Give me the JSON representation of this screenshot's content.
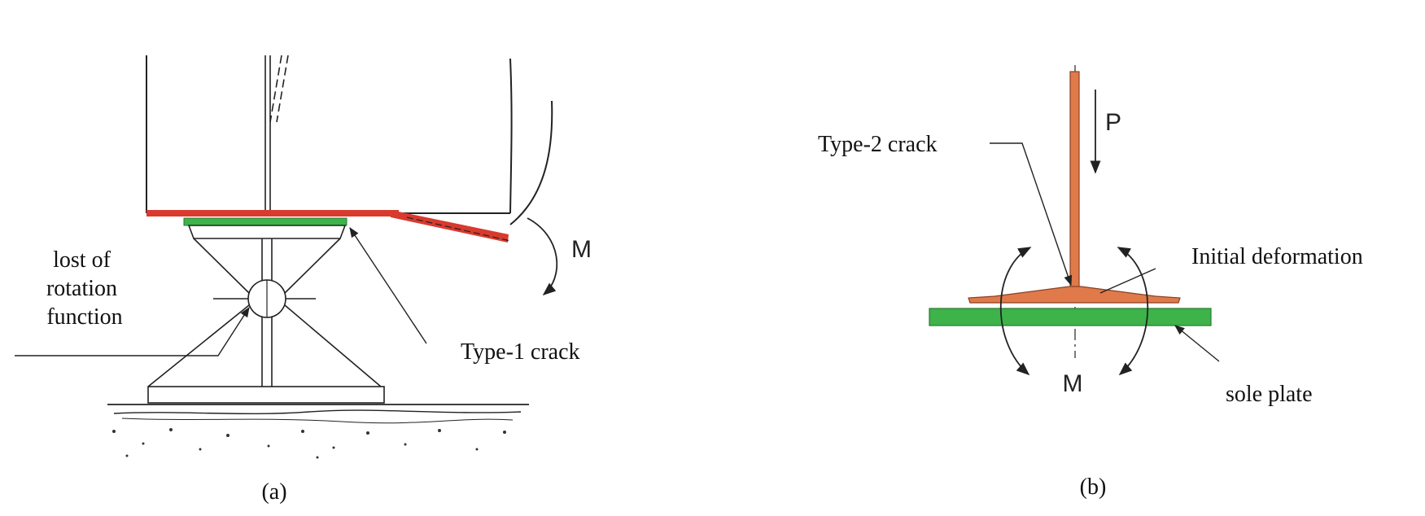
{
  "panel_a": {
    "label": "(a)",
    "moment_label": "M",
    "callout_rotation": [
      "lost of",
      "rotation",
      "function"
    ],
    "callout_crack": "Type-1 crack"
  },
  "panel_b": {
    "label": "(b)",
    "load_label": "P",
    "moment_label": "M",
    "callout_crack": "Type-2 crack",
    "callout_deformation": "Initial deformation",
    "callout_sole_plate": "sole plate"
  },
  "colors": {
    "red_flange": "#d83a2e",
    "green_plate": "#3db34a",
    "orange_plate": "#e07a4a",
    "line": "#222222"
  }
}
